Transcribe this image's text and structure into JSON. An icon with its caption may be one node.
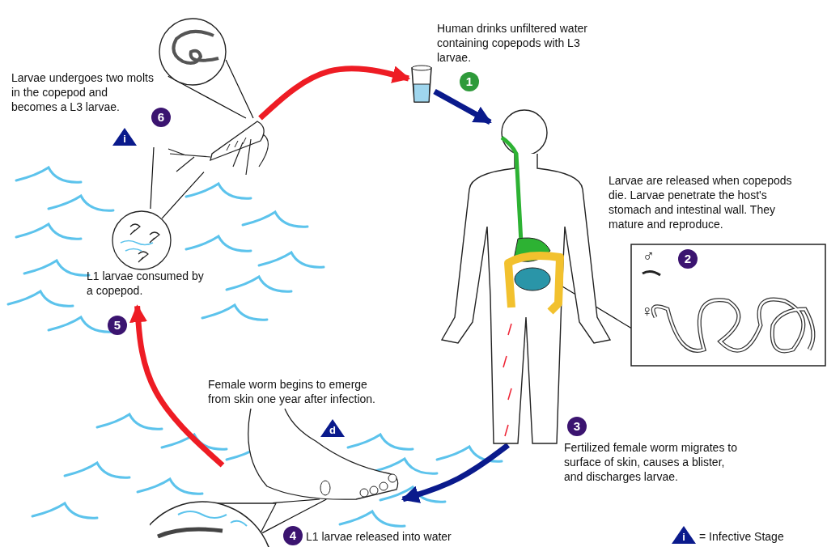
{
  "diagram": {
    "nodes": [
      {
        "text": [],
        "shape": "picture"
      },
      {
        "text": [],
        "shape": "picture"
      },
      {
        "text": [
          "♂",
          "2",
          "♀"
        ]
      },
      {
        "text": [],
        "shape": "picture"
      },
      {
        "text": [],
        "shape": "picture"
      },
      {
        "text": [
          "L1 larvae consumed by a copepod."
        ]
      },
      {
        "text": [],
        "shape": "picture"
      },
      {
        "text": [],
        "shape": "picture"
      }
    ],
    "edges": [
      {
        "from": 6,
        "to": 0,
        "arrow": "to",
        "style": "thick",
        "color": "#ee1c24"
      },
      {
        "from": 0,
        "to": 1,
        "arrow": "to",
        "style": "thick",
        "color": "#0a1a8c"
      },
      {
        "from": 1,
        "to": 2,
        "arrow": "none"
      },
      {
        "from": 1,
        "to": 3,
        "arrow": "to",
        "style": "thick",
        "color": "#0a1a8c"
      },
      {
        "from": null,
        "to": 5,
        "arrow": "to",
        "style": "thick",
        "color": "#ee1c24"
      },
      {
        "from": null,
        "to": 5,
        "arrow": "none"
      },
      {
        "from": 5,
        "to": 6,
        "arrow": "none"
      },
      {
        "from": 6,
        "to": 7,
        "arrow": "none"
      },
      {
        "from": 6,
        "to": 7,
        "arrow": "none"
      },
      {
        "from": 3,
        "to": 4,
        "arrow": "none"
      },
      {
        "from": 3,
        "to": 4,
        "arrow": "none"
      }
    ],
    "labels": [
      "Human drinks unfiltered water containing copepods with L3 larvae.",
      "1",
      "Larvae are released when copepods die. Larvae penetrate the host's stomach and intestinal wall. They mature and reproduce.",
      "3",
      "Fertilized female worm migrates to surface of skin, causes a blister, and discharges larvae.",
      "Female worm begins to emerge from skin one year after infection.",
      "d",
      "4",
      "L1 larvae released into water",
      "5",
      "Larvae undergoes two molts in the copepod and becomes a L3 larvae.",
      "6",
      "i",
      "i"
    ],
    "legend": [
      {
        "text": "= Infective Stage"
      }
    ]
  }
}
